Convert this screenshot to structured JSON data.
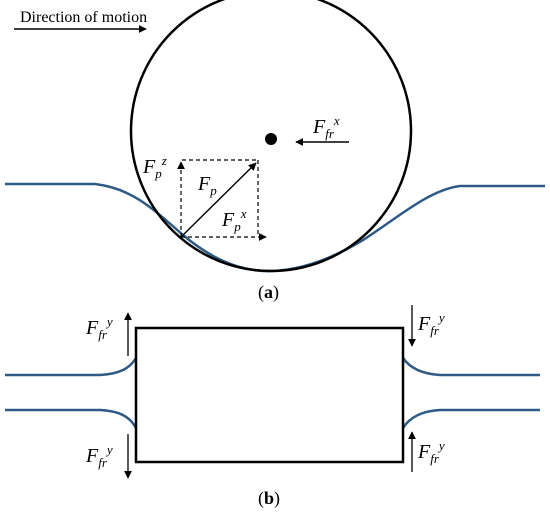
{
  "panel_a": {
    "direction_label": "Direction of motion",
    "friction_force": {
      "main": "F",
      "sub": "fr",
      "sup": "x"
    },
    "force_p": {
      "main": "F",
      "sub": "p"
    },
    "force_pz": {
      "main": "F",
      "sub": "p",
      "sup": "z"
    },
    "force_px": {
      "main": "F",
      "sub": "p",
      "sup": "x"
    },
    "caption": {
      "open": "(",
      "letter": "a",
      "close": ")"
    }
  },
  "panel_b": {
    "force_top_left": {
      "main": "F",
      "sub": "fr",
      "sup": "y"
    },
    "force_top_right": {
      "main": "F",
      "sub": "fr",
      "sup": "y"
    },
    "force_bottom_left": {
      "main": "F",
      "sub": "fr",
      "sup": "y"
    },
    "force_bottom_right": {
      "main": "F",
      "sub": "fr",
      "sup": "y"
    },
    "caption": {
      "open": "(",
      "letter": "b",
      "close": ")"
    }
  },
  "colors": {
    "surface_curve": "#2e5a86",
    "ink": "#000000"
  }
}
